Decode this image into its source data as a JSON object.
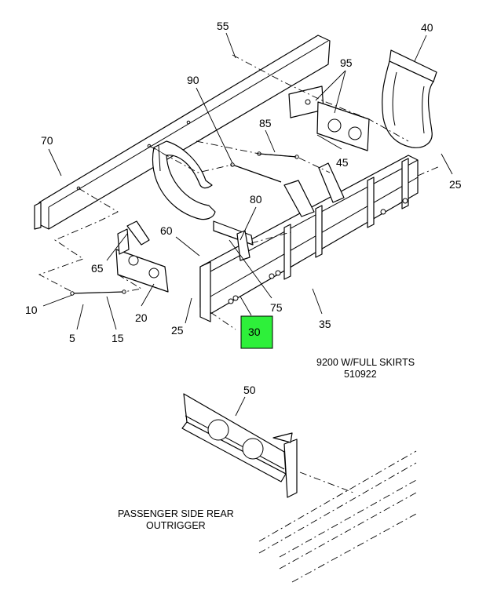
{
  "callouts": {
    "c55": "55",
    "c40": "40",
    "c95": "95",
    "c90": "90",
    "c85": "85",
    "c70": "70",
    "c45": "45",
    "c25a": "25",
    "c80": "80",
    "c60": "60",
    "c65": "65",
    "c10": "10",
    "c20": "20",
    "c5": "5",
    "c15": "15",
    "c25b": "25",
    "c75": "75",
    "c35": "35",
    "c30": "30",
    "c50": "50"
  },
  "highlighted_callout": "30",
  "highlight_color": "#2ef03a",
  "caption_model_line1": "9200 W/FULL SKIRTS",
  "caption_model_line2": "510922",
  "caption_detail_line1": "PASSENGER SIDE REAR",
  "caption_detail_line2": "OUTRIGGER"
}
